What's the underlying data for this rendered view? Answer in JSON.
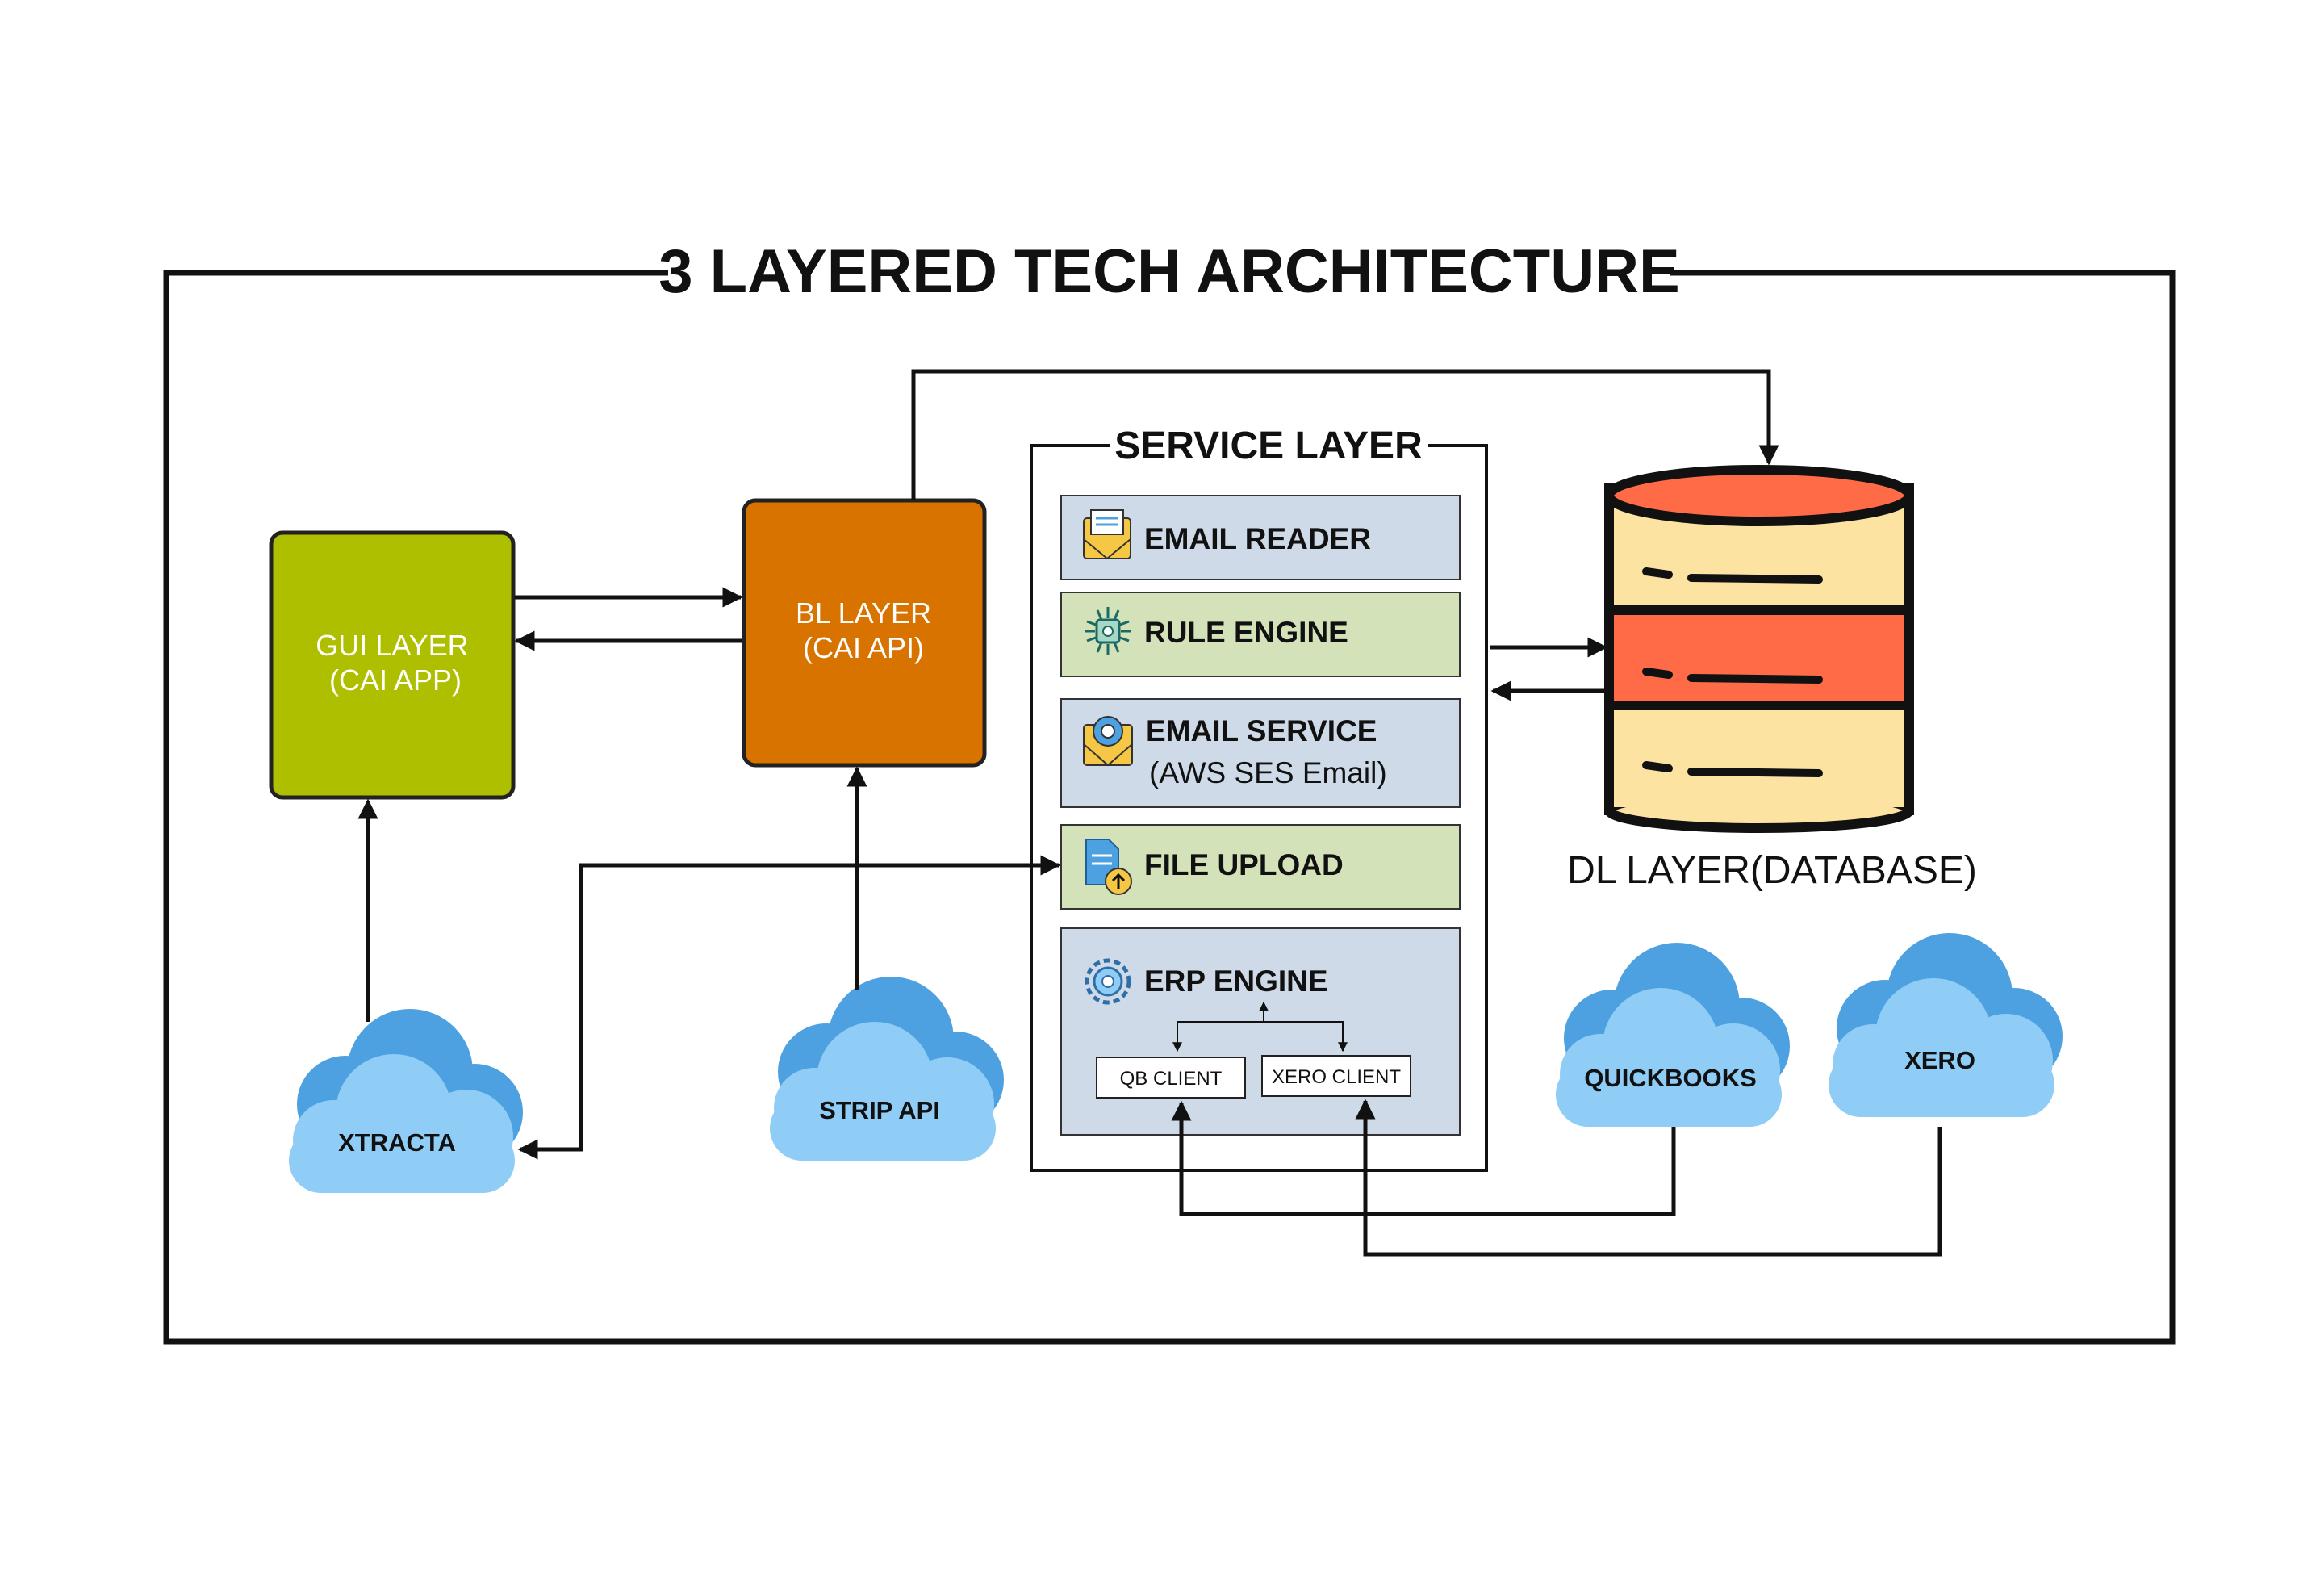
{
  "title": "3 LAYERED TECH ARCHITECTURE",
  "gui_layer": {
    "line1": "GUI LAYER",
    "line2": "(CAI APP)",
    "color": "#AEBF00"
  },
  "bl_layer": {
    "line1": "BL LAYER",
    "line2": "(CAI API)",
    "color": "#D97300"
  },
  "service_layer": {
    "title": "SERVICE LAYER",
    "rows": [
      {
        "label": "EMAIL READER",
        "icon": "envelope-icon",
        "color": "#CFDAE8"
      },
      {
        "label": "RULE ENGINE",
        "icon": "chip-icon",
        "color": "#D4E2B9"
      },
      {
        "label": "EMAIL SERVICE",
        "sublabel": "(AWS SES Email)",
        "icon": "gear-envelope-icon",
        "color": "#CFDAE8"
      },
      {
        "label": "FILE UPLOAD",
        "icon": "upload-file-icon",
        "color": "#D4E2B9"
      },
      {
        "label": "ERP ENGINE",
        "icon": "gear-icon",
        "color": "#CFDAE8"
      }
    ],
    "clients": [
      "QB CLIENT",
      "XERO CLIENT"
    ]
  },
  "dl_layer": {
    "label": "DL LAYER(DATABASE)",
    "colors": {
      "band": "#FF6B47",
      "body": "#FCE3A1"
    }
  },
  "clouds": {
    "xtracta": "XTRACTA",
    "strip_api": "STRIP API",
    "quickbooks": "QUICKBOOKS",
    "xero": "XERO"
  }
}
